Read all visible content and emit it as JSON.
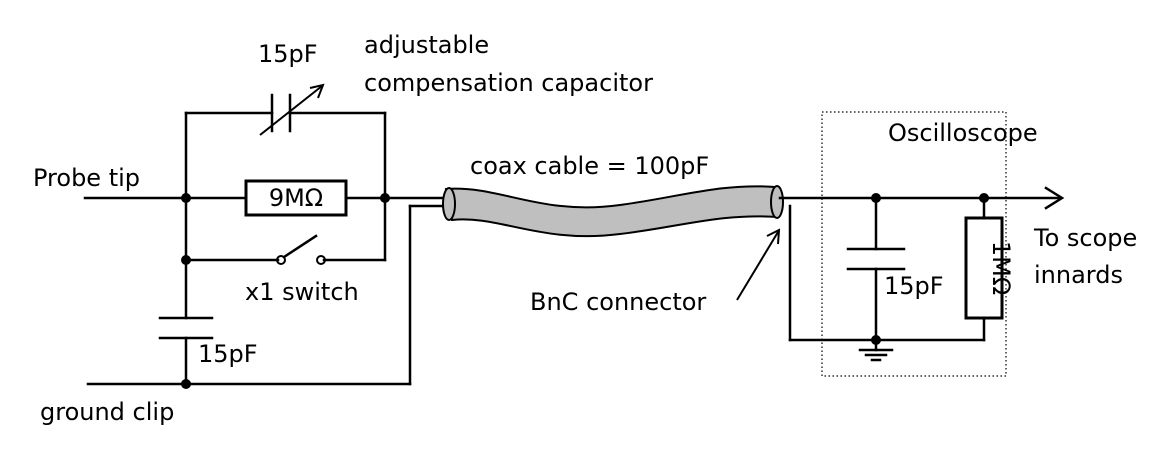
{
  "labels": {
    "probe_tip": "Probe tip",
    "ground_clip": "ground clip",
    "comp_cap_value": "15pF",
    "comp_cap_line1": "adjustable",
    "comp_cap_line2": "compensation capacitor",
    "resistor_9m": "9MΩ",
    "switch": "x1 switch",
    "probe_cap_value": "15pF",
    "coax": "coax cable = 100pF",
    "bnc": "BnC connector",
    "oscilloscope": "Oscilloscope",
    "scope_cap_value": "15pF",
    "resistor_1m": "1MΩ",
    "to_scope_line1": "To scope",
    "to_scope_line2": "innards"
  }
}
